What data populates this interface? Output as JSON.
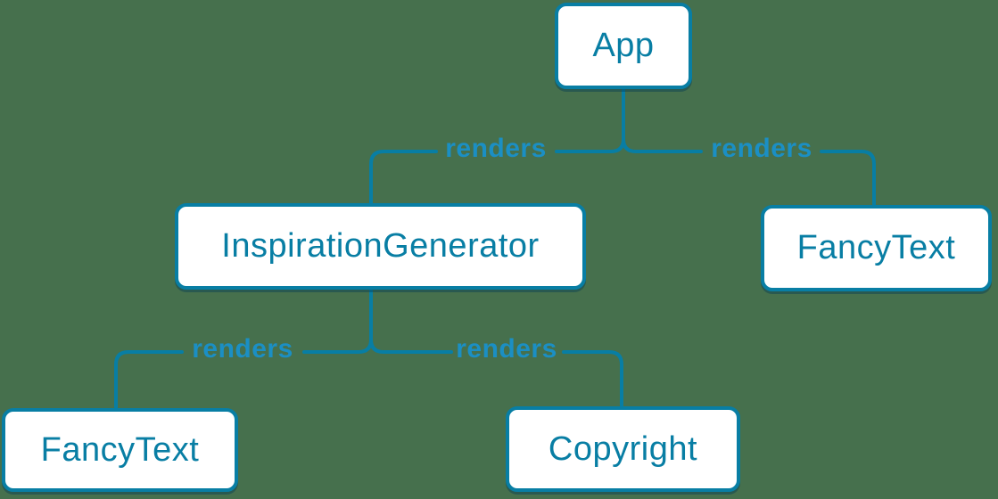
{
  "diagram": {
    "type": "component-tree",
    "colors": {
      "background": "#46704D",
      "edge_stroke": "#087EA4",
      "node_border": "#087EA4",
      "node_fill": "#FFFFFF",
      "node_text": "#087EA4",
      "edge_label_text": "#1B8FC4"
    },
    "nodes": [
      {
        "id": "app",
        "label": "App"
      },
      {
        "id": "inspiration-generator",
        "label": "InspirationGenerator"
      },
      {
        "id": "fancy-text-right",
        "label": "FancyText"
      },
      {
        "id": "fancy-text-left",
        "label": "FancyText"
      },
      {
        "id": "copyright",
        "label": "Copyright"
      }
    ],
    "edges": [
      {
        "from": "App",
        "to": "InspirationGenerator",
        "label": "renders"
      },
      {
        "from": "App",
        "to": "FancyText",
        "label": "renders"
      },
      {
        "from": "InspirationGenerator",
        "to": "FancyText",
        "label": "renders"
      },
      {
        "from": "InspirationGenerator",
        "to": "Copyright",
        "label": "renders"
      }
    ]
  }
}
